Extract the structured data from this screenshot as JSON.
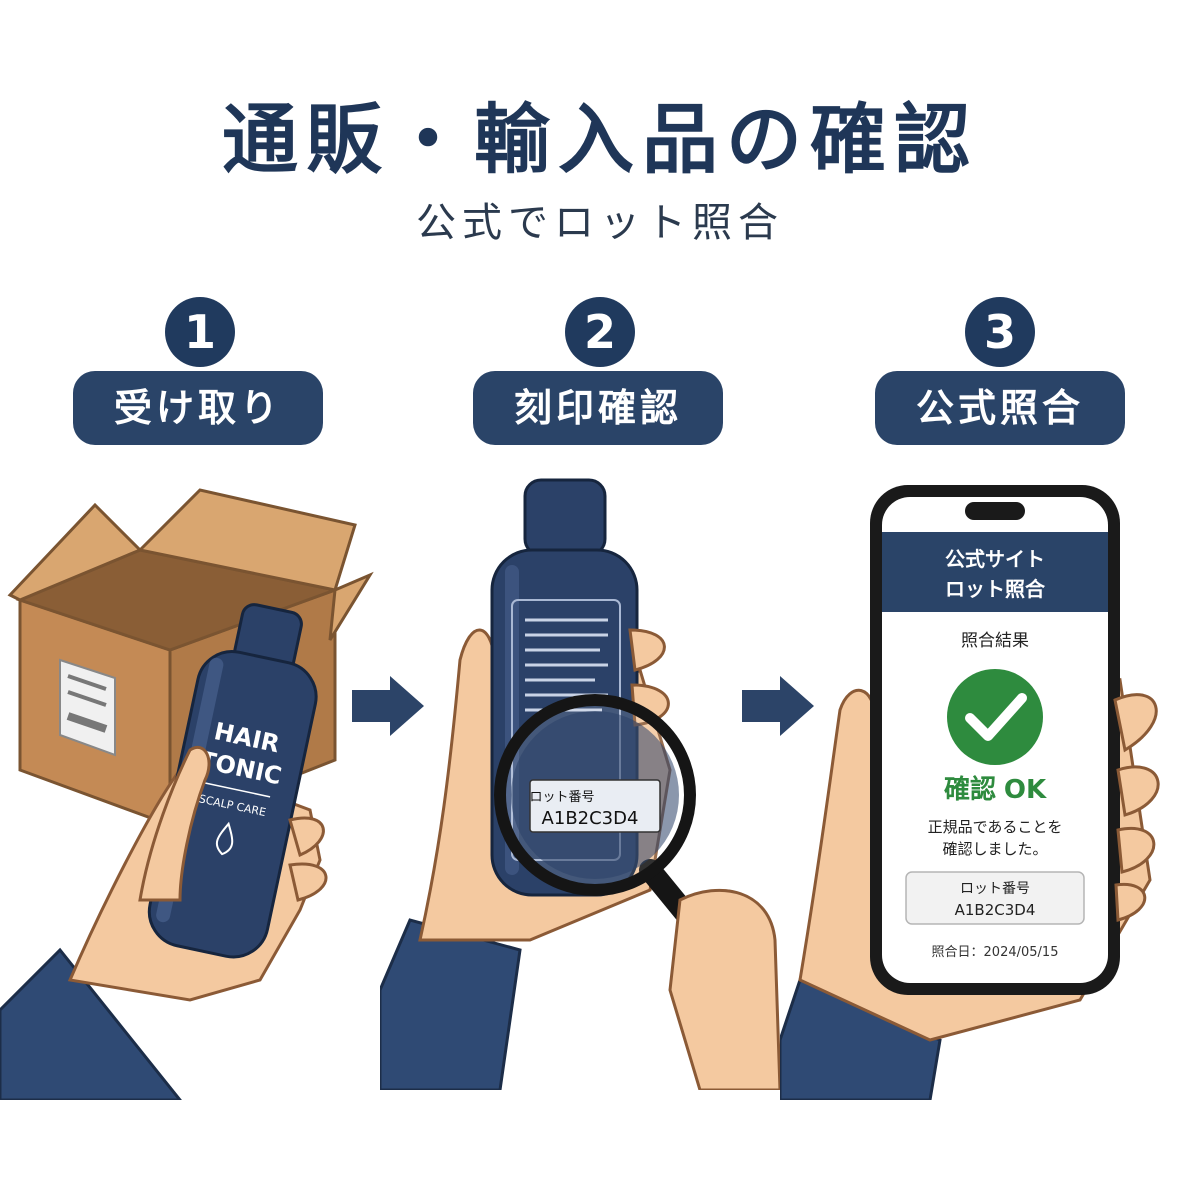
{
  "title": "通販・輸入品の確認",
  "subtitle": "公式でロット照合",
  "steps": [
    {
      "number": "1",
      "label": "受け取り"
    },
    {
      "number": "2",
      "label": "刻印確認"
    },
    {
      "number": "3",
      "label": "公式照合"
    }
  ],
  "bottle": {
    "brand_line1": "HAIR",
    "brand_line2": "TONIC",
    "sub": "SCALP CARE"
  },
  "magnifier": {
    "lot_label": "ロット番号",
    "lot_value": "A1B2C3D4"
  },
  "phone": {
    "header_line1": "公式サイト",
    "header_line2": "ロット照合",
    "result_title": "照合結果",
    "status_prefix": "確認",
    "status_ok": "OK",
    "message_line1": "正規品であることを",
    "message_line2": "確認しました。",
    "lot_label": "ロット番号",
    "lot_value": "A1B2C3D4",
    "date": "照合日：2024/05/15"
  },
  "colors": {
    "navy": "#203a5e",
    "bottle": "#2b4168",
    "box": "#c8935c",
    "skin": "#f4c9a0",
    "check_green": "#2e8b3e"
  }
}
